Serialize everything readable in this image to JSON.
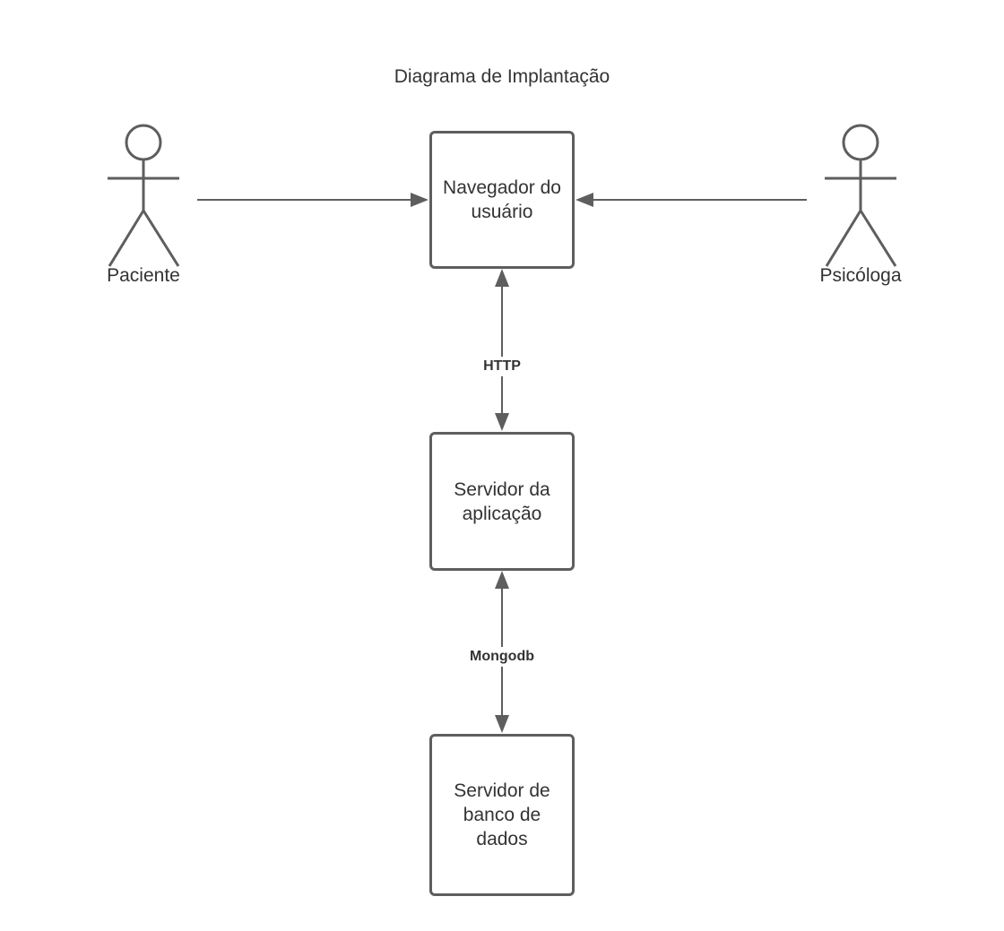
{
  "title": "Diagrama de Implantação",
  "actors": {
    "paciente": "Paciente",
    "psicologa": "Psicóloga"
  },
  "nodes": {
    "navegador": "Navegador do usuário",
    "servidor_aplicacao": "Servidor da aplicação",
    "servidor_banco": "Servidor de banco de dados"
  },
  "edges": {
    "http": "HTTP",
    "mongodb": "Mongodb"
  },
  "colors": {
    "stroke": "#5e5e5e",
    "text": "#333333",
    "background": "#ffffff"
  }
}
